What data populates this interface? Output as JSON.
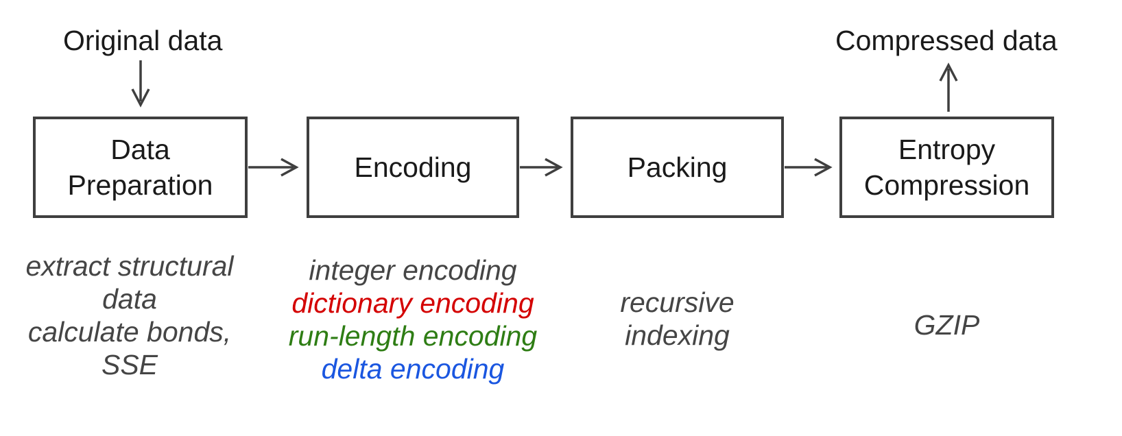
{
  "input_label": "Original data",
  "output_label": "Compressed data",
  "stages": [
    {
      "name_lines": [
        "Data",
        "Preparation"
      ]
    },
    {
      "name_lines": [
        "Encoding"
      ]
    },
    {
      "name_lines": [
        "Packing"
      ]
    },
    {
      "name_lines": [
        "Entropy",
        "Compression"
      ]
    }
  ],
  "notes": {
    "data_preparation": {
      "line_1": "extract structural",
      "line_2": "data",
      "line_3": "calculate bonds,",
      "line_4": "SSE"
    },
    "encoding": {
      "integer": "integer encoding",
      "dictionary": "dictionary encoding",
      "run_length": "run-length encoding",
      "delta": "delta encoding"
    },
    "packing": {
      "line_1": "recursive",
      "line_2": "indexing"
    },
    "entropy": {
      "line_1": "GZIP"
    }
  },
  "colors": {
    "box_border": "#3f3f3f",
    "arrow": "#3f3f3f",
    "note_default": "#454545",
    "dictionary": "#d40000",
    "run_length": "#2e7d14",
    "delta": "#1a56e0"
  }
}
